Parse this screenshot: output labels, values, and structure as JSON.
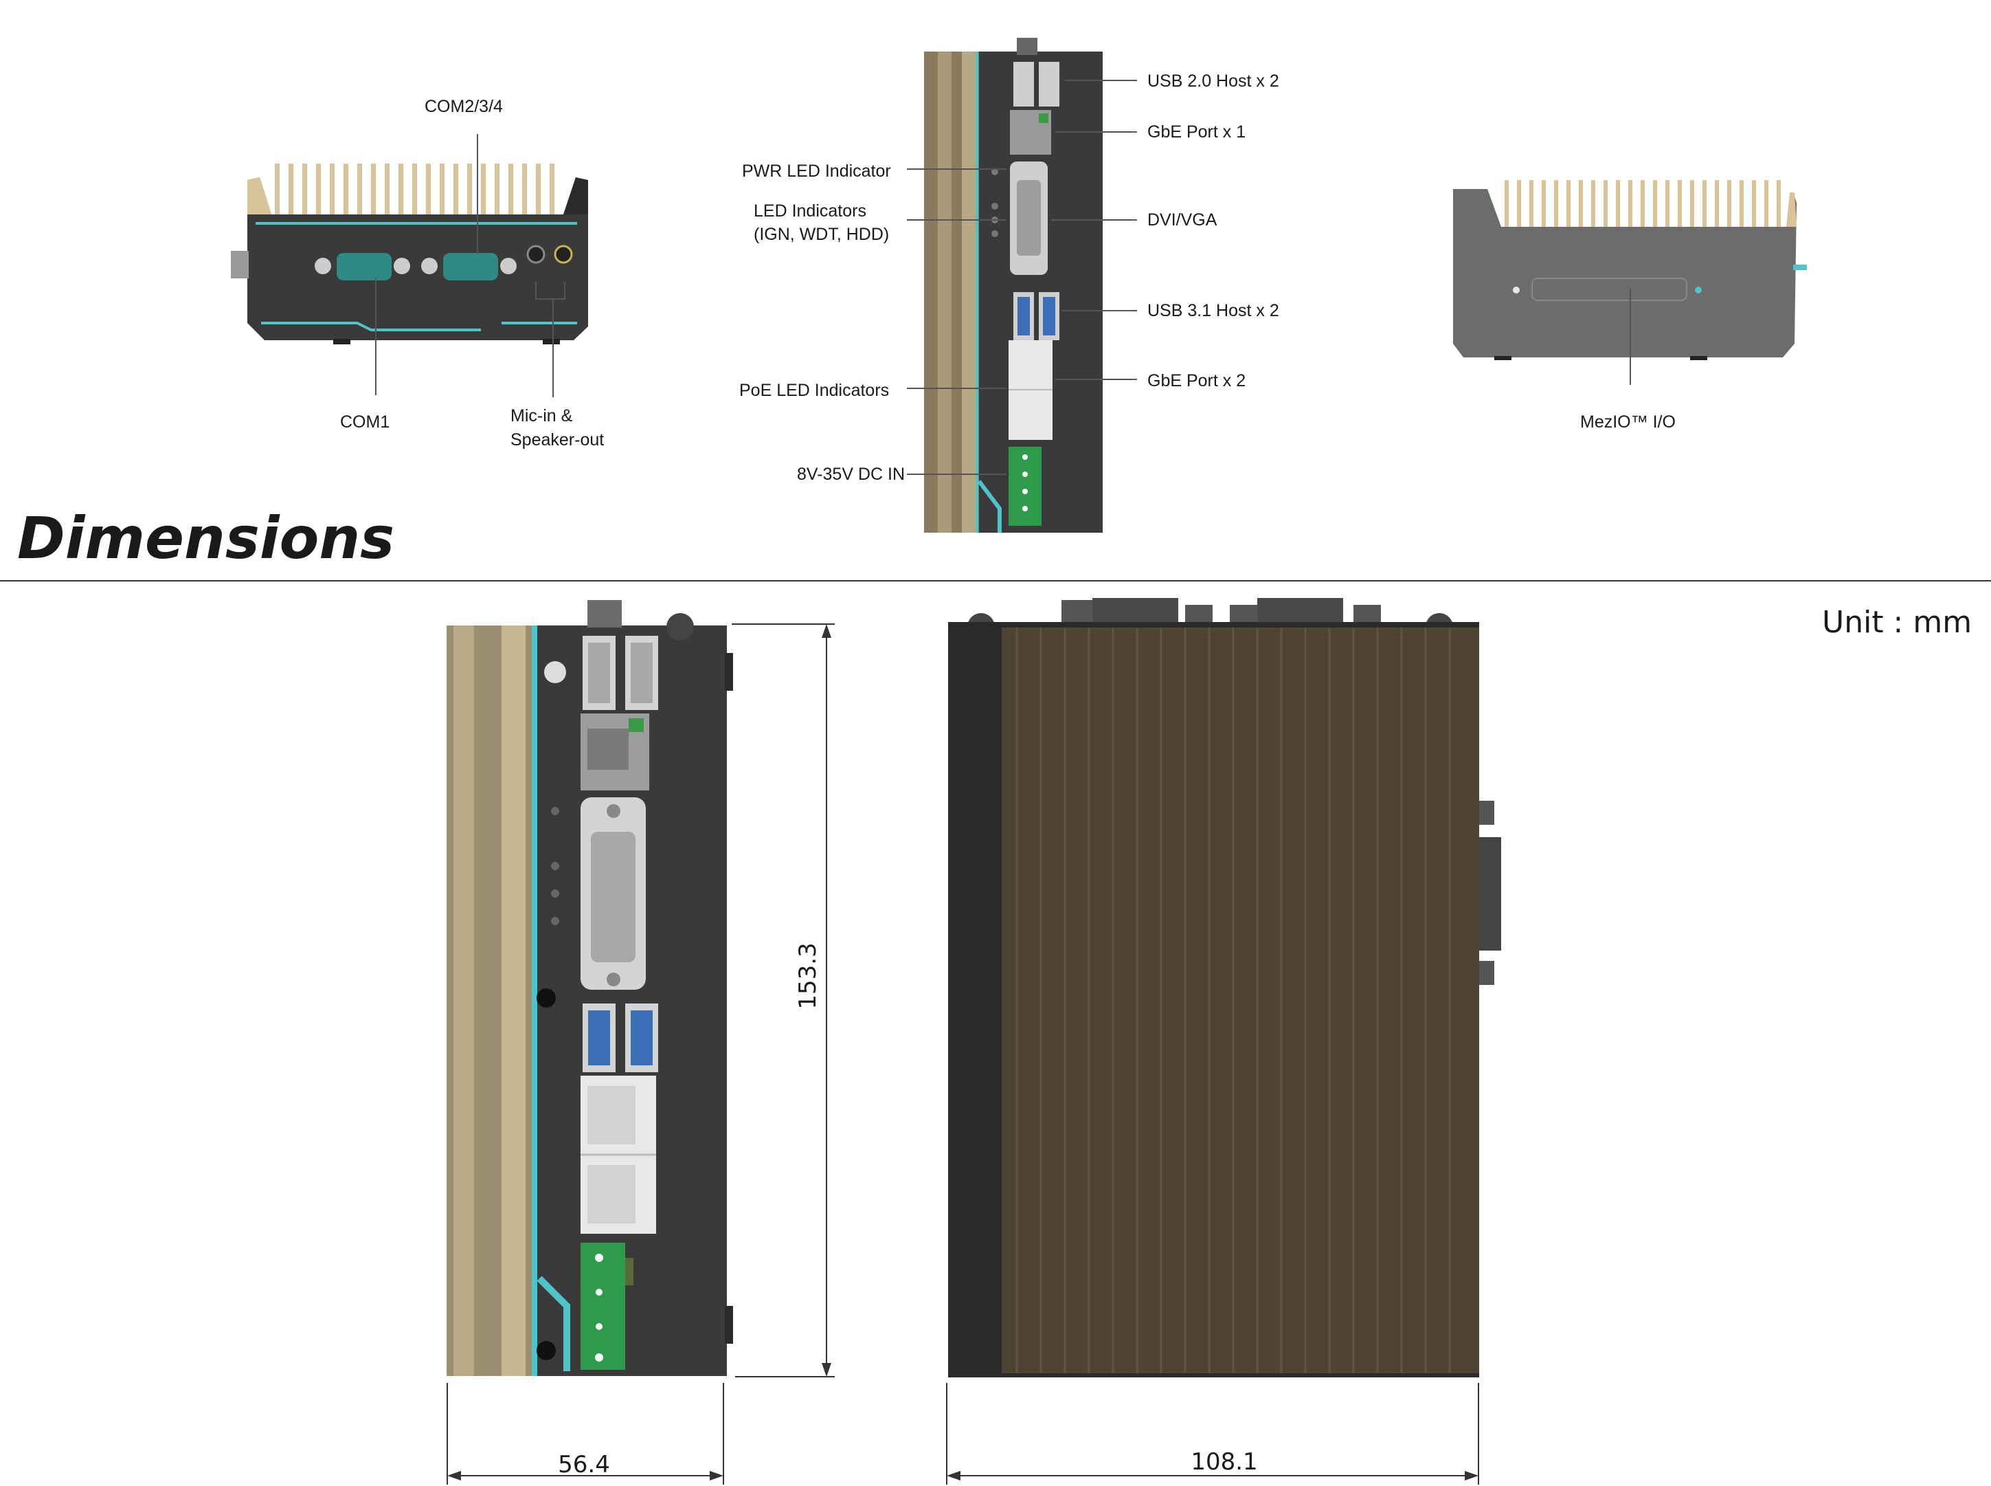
{
  "labels": {
    "com234": "COM2/3/4",
    "com1": "COM1",
    "mic_in": "Mic-in &",
    "speaker_out": "Speaker-out",
    "pwr_led": "PWR LED Indicator",
    "led_indicators": "LED Indicators",
    "led_indicators_sub": "(IGN, WDT, HDD)",
    "poe_led": "PoE LED Indicators",
    "dc_in": "8V-35V DC IN",
    "usb20": "USB 2.0 Host x 2",
    "gbe1": "GbE Port x 1",
    "dvi_vga": "DVI/VGA",
    "usb31": "USB 3.1 Host x 2",
    "gbe2": "GbE Port x 2",
    "mezio": "MezIO™ I/O"
  },
  "section": {
    "title": "Dimensions",
    "unit": "Unit : mm"
  },
  "dimensions": {
    "height": "153.3",
    "width": "56.4",
    "depth": "108.1"
  },
  "colors": {
    "chassis": "#3a3a3a",
    "fins": "#d9c49a",
    "accent": "#4ec3c9",
    "heatsink_side": "#4f4431",
    "terminal": "#2e9b4b",
    "usb3": "#3b6fb6",
    "port_white": "#e8e8e8"
  }
}
